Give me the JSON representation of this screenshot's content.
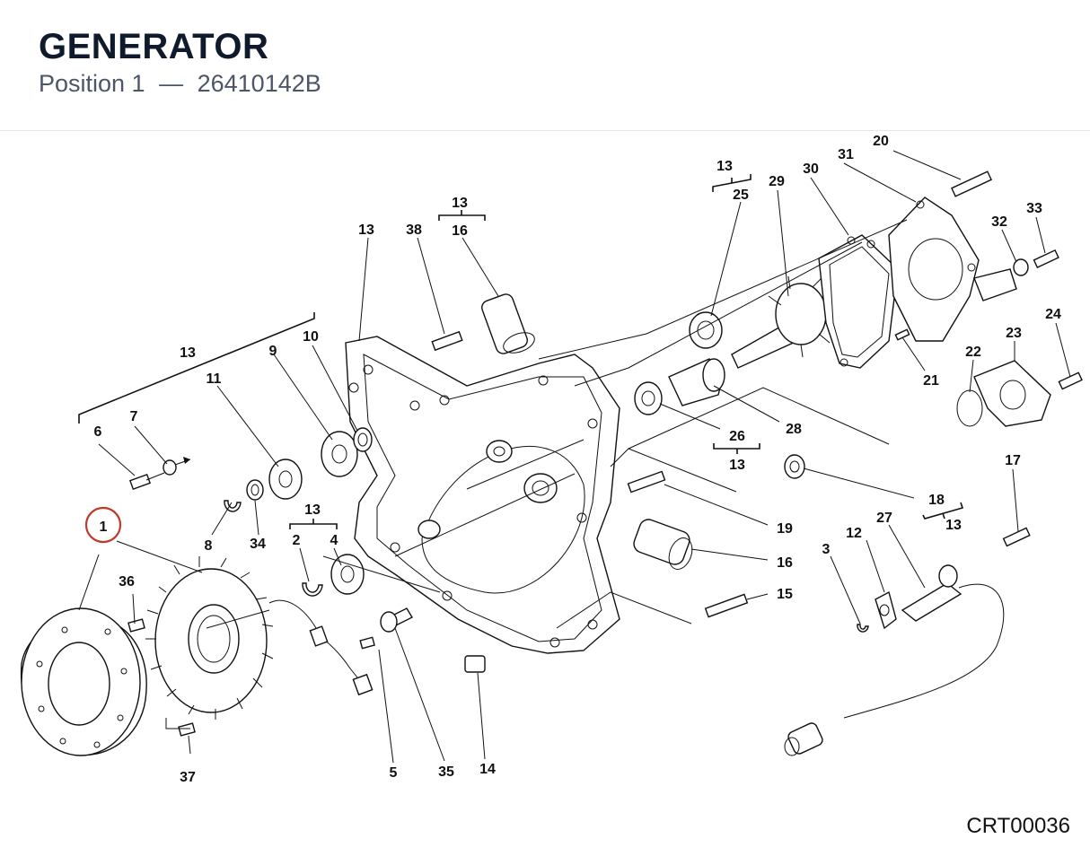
{
  "header": {
    "title": "GENERATOR",
    "position_label": "Position 1",
    "dash": "—",
    "part_number": "26410142B"
  },
  "footer": {
    "code": "CRT00036"
  },
  "selected_callout": {
    "label": "1",
    "color": "#c0392b"
  },
  "callouts": {
    "c2": "2",
    "c3": "3",
    "c4": "4",
    "c5": "5",
    "c6": "6",
    "c7": "7",
    "c8": "8",
    "c9": "9",
    "c10": "10",
    "c11": "11",
    "c12": "12",
    "c13a": "13",
    "c13b": "13",
    "c13c": "13",
    "c13d": "13",
    "c13e": "13",
    "c13f": "13",
    "c13g": "13",
    "c14": "14",
    "c15": "15",
    "c16a": "16",
    "c16b": "16",
    "c17": "17",
    "c18": "18",
    "c19": "19",
    "c20": "20",
    "c21": "21",
    "c22": "22",
    "c23": "23",
    "c24": "24",
    "c25": "25",
    "c26": "26",
    "c27": "27",
    "c28": "28",
    "c29": "29",
    "c30": "30",
    "c31": "31",
    "c32": "32",
    "c33": "33",
    "c34": "34",
    "c35": "35",
    "c36": "36",
    "c37": "37",
    "c38": "38"
  }
}
